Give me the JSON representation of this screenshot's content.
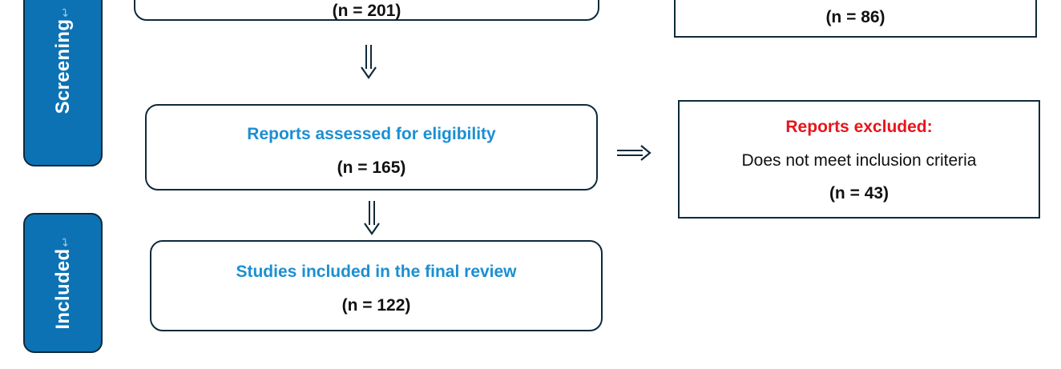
{
  "phases": {
    "screening": {
      "label": "Screening",
      "mark": "↩"
    },
    "included": {
      "label": "Included",
      "mark": "↩"
    }
  },
  "boxes": {
    "top_main": {
      "count": "(n = 201)"
    },
    "top_excluded": {
      "count": "(n = 86)"
    },
    "eligibility": {
      "title": "Reports assessed for eligibility",
      "count": "(n = 165)"
    },
    "reports_excluded": {
      "title": "Reports excluded:",
      "reason": "Does not meet inclusion criteria",
      "count": "(n = 43)"
    },
    "included": {
      "title": "Studies included in the final review",
      "count": "(n = 122)"
    }
  },
  "colors": {
    "phase_fill": "#0c72b4",
    "title_blue": "#1b8fd2",
    "title_red": "#e8141b",
    "border": "#0e2a3a"
  }
}
